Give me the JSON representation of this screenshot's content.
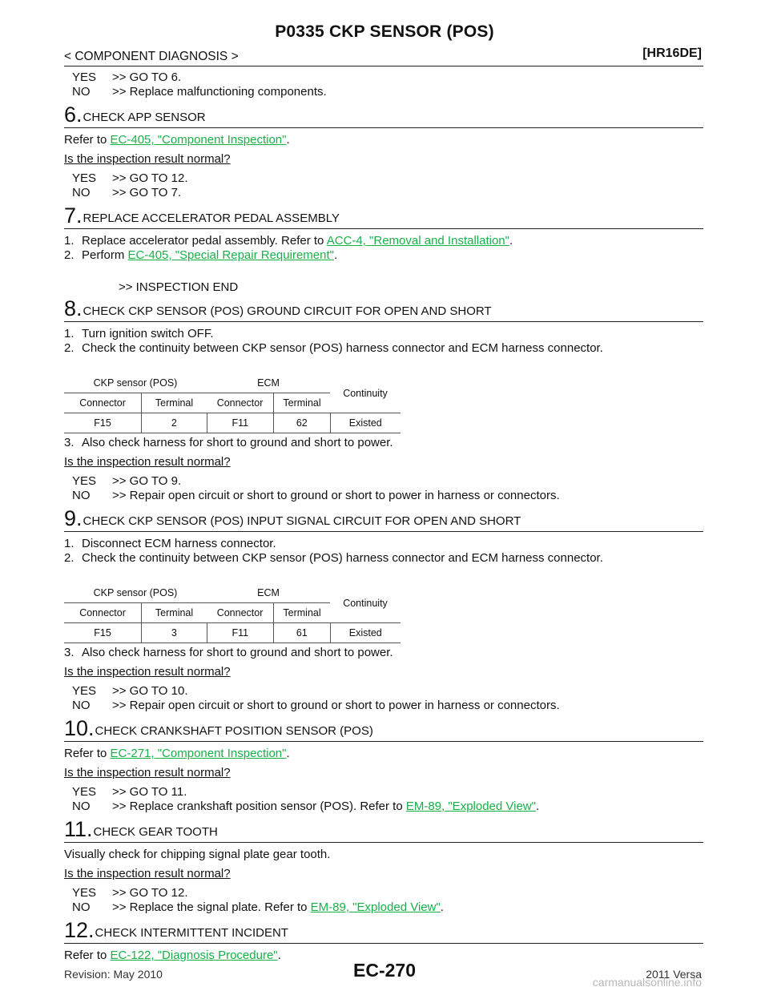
{
  "header": {
    "title": "P0335 CKP SENSOR (POS)",
    "section": "< COMPONENT DIAGNOSIS >",
    "engine": "[HR16DE]"
  },
  "intro": {
    "yes": {
      "k": "YES",
      "v": ">> GO TO 6."
    },
    "no": {
      "k": "NO",
      "v": ">> Replace malfunctioning components."
    }
  },
  "step6": {
    "num": "6.",
    "title": "CHECK APP SENSOR",
    "refer_prefix": "Refer to ",
    "refer_link": "EC-405, \"Component Inspection\"",
    "refer_suffix": ".",
    "question": "Is the inspection result normal?",
    "yes": {
      "k": "YES",
      "v": ">> GO TO 12."
    },
    "no": {
      "k": "NO",
      "v": ">> GO TO 7."
    }
  },
  "step7": {
    "num": "7.",
    "title": "REPLACE ACCELERATOR PEDAL ASSEMBLY",
    "items": [
      {
        "n": "1.",
        "text": "Replace accelerator pedal assembly. Refer to ",
        "link": "ACC-4, \"Removal and Installation\"",
        "suffix": "."
      },
      {
        "n": "2.",
        "text": "Perform ",
        "link": "EC-405, \"Special Repair Requirement\"",
        "suffix": "."
      }
    ],
    "end": ">> INSPECTION END"
  },
  "step8": {
    "num": "8.",
    "title": "CHECK CKP SENSOR (POS) GROUND CIRCUIT FOR OPEN AND SHORT",
    "items": [
      {
        "n": "1.",
        "text": "Turn ignition switch OFF."
      },
      {
        "n": "2.",
        "text": "Check the continuity between CKP sensor (POS) harness connector and ECM harness connector."
      }
    ],
    "table": {
      "group1": "CKP sensor (POS)",
      "group2": "ECM",
      "continuity": "Continuity",
      "cols": [
        "Connector",
        "Terminal",
        "Connector",
        "Terminal"
      ],
      "row": [
        "F15",
        "2",
        "F11",
        "62",
        "Existed"
      ]
    },
    "item3": {
      "n": "3.",
      "text": "Also check harness for short to ground and short to power."
    },
    "question": "Is the inspection result normal?",
    "yes": {
      "k": "YES",
      "v": ">> GO TO 9."
    },
    "no": {
      "k": "NO",
      "v": ">> Repair open circuit or short to ground or short to power in harness or connectors."
    }
  },
  "step9": {
    "num": "9.",
    "title": "CHECK CKP SENSOR (POS) INPUT SIGNAL CIRCUIT FOR OPEN AND SHORT",
    "items": [
      {
        "n": "1.",
        "text": "Disconnect ECM harness connector."
      },
      {
        "n": "2.",
        "text": "Check the continuity between CKP sensor (POS) harness connector and ECM harness connector."
      }
    ],
    "table": {
      "group1": "CKP sensor (POS)",
      "group2": "ECM",
      "continuity": "Continuity",
      "cols": [
        "Connector",
        "Terminal",
        "Connector",
        "Terminal"
      ],
      "row": [
        "F15",
        "3",
        "F11",
        "61",
        "Existed"
      ]
    },
    "item3": {
      "n": "3.",
      "text": "Also check harness for short to ground and short to power."
    },
    "question": "Is the inspection result normal?",
    "yes": {
      "k": "YES",
      "v": ">> GO TO 10."
    },
    "no": {
      "k": "NO",
      "v": ">> Repair open circuit or short to ground or short to power in harness or connectors."
    }
  },
  "step10": {
    "num": "10.",
    "title": "CHECK CRANKSHAFT POSITION SENSOR (POS)",
    "refer_prefix": "Refer to ",
    "refer_link": "EC-271, \"Component Inspection\"",
    "refer_suffix": ".",
    "question": "Is the inspection result normal?",
    "yes": {
      "k": "YES",
      "v": ">> GO TO 11."
    },
    "no": {
      "k": "NO",
      "v": ">> Replace crankshaft position sensor (POS). Refer to ",
      "link": "EM-89, \"Exploded View\"",
      "suffix": "."
    }
  },
  "step11": {
    "num": "11.",
    "title": "CHECK GEAR TOOTH",
    "text": "Visually check for chipping signal plate gear tooth.",
    "question": "Is the inspection result normal?",
    "yes": {
      "k": "YES",
      "v": ">> GO TO 12."
    },
    "no": {
      "k": "NO",
      "v": ">> Replace the signal plate. Refer to ",
      "link": "EM-89, \"Exploded View\"",
      "suffix": "."
    }
  },
  "step12": {
    "num": "12.",
    "title": "CHECK INTERMITTENT INCIDENT",
    "refer_prefix": "Refer to ",
    "refer_link": "EC-122, \"Diagnosis Procedure\"",
    "refer_suffix": "."
  },
  "footer": {
    "revision": "Revision: May 2010",
    "page": "EC-270",
    "model": "2011 Versa",
    "watermark": "carmanualsonline.info"
  },
  "colors": {
    "link": "#17b14a",
    "text": "#111111",
    "rule": "#222222"
  }
}
